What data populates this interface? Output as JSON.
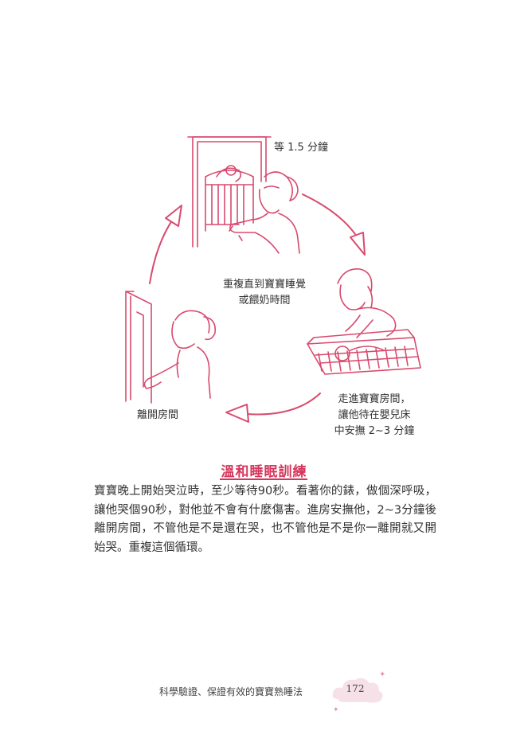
{
  "captions": {
    "wait": "等 1.5 分鐘",
    "repeat_line1": "重複直到寶寶睡覺",
    "repeat_line2": "或餵奶時間",
    "enter_line1": "走進寶寶房間，",
    "enter_line2": "讓他待在嬰兒床",
    "enter_line3": "中安撫 2~3 分鐘",
    "leave": "離開房間"
  },
  "section": {
    "title": "溫和睡眠訓練",
    "body": "寶寶晚上開始哭泣時，至少等待90秒。看著你的錶，做個深呼吸，讓他哭個90秒，對他並不會有什麼傷害。進房安撫他，2~3分鐘後離開房間，不管他是不是還在哭，也不管他是不是你一離開就又開始哭。重複這個循環。"
  },
  "footer": {
    "book_title": "科學驗證、保證有效的寶寶熟睡法",
    "page_number": "172"
  },
  "colors": {
    "accent": "#d6365b",
    "line_art": "#d94a6e",
    "text": "#333333"
  }
}
